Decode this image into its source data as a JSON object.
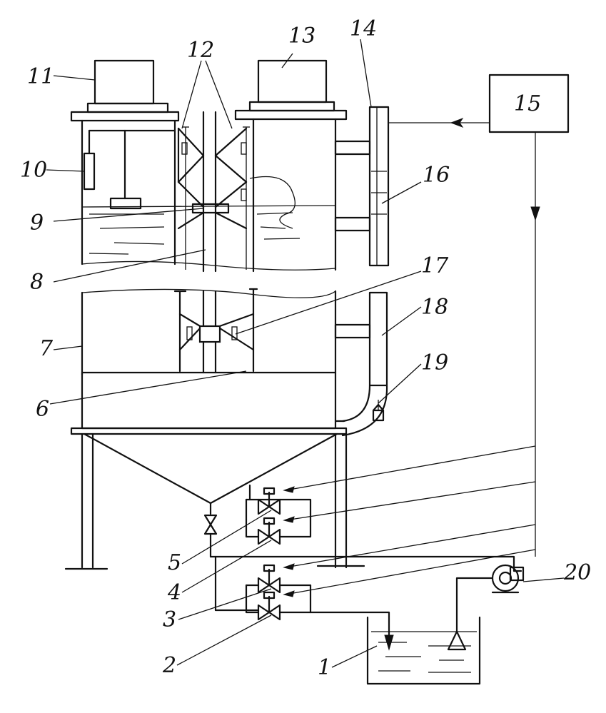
{
  "labels": {
    "n1": "1",
    "n2": "2",
    "n3": "3",
    "n4": "4",
    "n5": "5",
    "n6": "6",
    "n7": "7",
    "n8": "8",
    "n9": "9",
    "n10": "10",
    "n11": "11",
    "n12": "12",
    "n13": "13",
    "n14": "14",
    "n15": "15",
    "n16": "16",
    "n17": "17",
    "n18": "18",
    "n19": "19",
    "n20": "20"
  }
}
